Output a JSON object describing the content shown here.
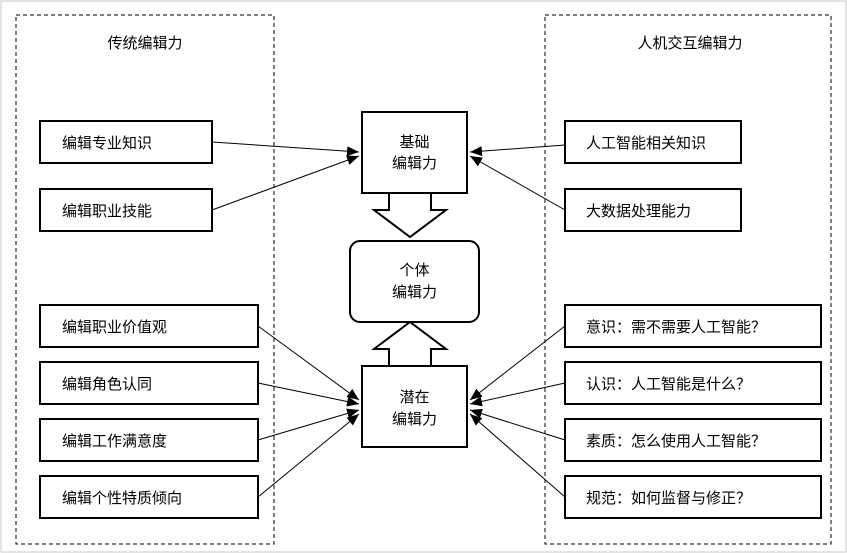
{
  "left_panel": {
    "title": "传统编辑力",
    "boxes": [
      "编辑专业知识",
      "编辑职业技能",
      "编辑职业价值观",
      "编辑角色认同",
      "编辑工作满意度",
      "编辑个性特质倾向"
    ]
  },
  "right_panel": {
    "title": "人机交互编辑力",
    "boxes": [
      "人工智能相关知识",
      "大数据处理能力",
      "意识：需不需要人工智能？",
      "认识：人工智能是什么？",
      "素质：怎么使用人工智能？",
      "规范：如何监督与修正？"
    ]
  },
  "center": {
    "basic": {
      "line1": "基础",
      "line2": "编辑力"
    },
    "individual": {
      "line1": "个体",
      "line2": "编辑力"
    },
    "potential": {
      "line1": "潜在",
      "line2": "编辑力"
    }
  }
}
